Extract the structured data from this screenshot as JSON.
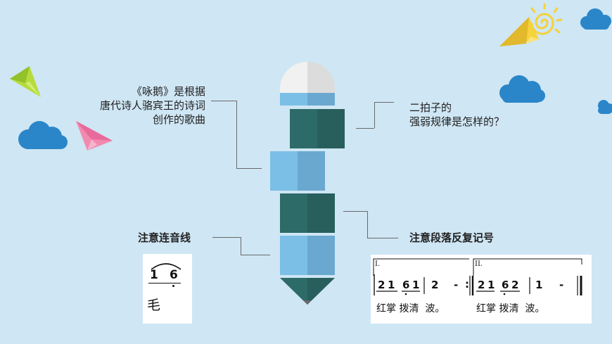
{
  "left_top": {
    "line1": "《咏鹅》是根据",
    "line2": "唐代诗人骆宾王的诗词",
    "line3": "创作的歌曲"
  },
  "right_top": {
    "line1": "二拍子的",
    "line2": "强弱规律是怎样的？"
  },
  "left_bottom": {
    "label": "注意连音线"
  },
  "right_bottom": {
    "label": "注意段落反复记号"
  },
  "tie_example": {
    "note1": "1",
    "note2": "6",
    "lyric": "毛"
  },
  "repeat_example": {
    "ending1_label": "I.",
    "ending2_label": "II.",
    "m1_notes": [
      "2",
      "1",
      "6",
      "1"
    ],
    "m2_notes": [
      "2",
      "-",
      ":"
    ],
    "m3_notes": [
      "2",
      "1",
      "6",
      "2"
    ],
    "m4_notes": [
      "1",
      "-"
    ],
    "lyrics1": "红掌 拨清  波。",
    "lyrics2": "红掌 拨清  波。"
  },
  "colors": {
    "background": "#cfe6f4",
    "teal": "#2d6b68",
    "blue": "#7bbfe6",
    "cloud": "#2a86c8"
  }
}
